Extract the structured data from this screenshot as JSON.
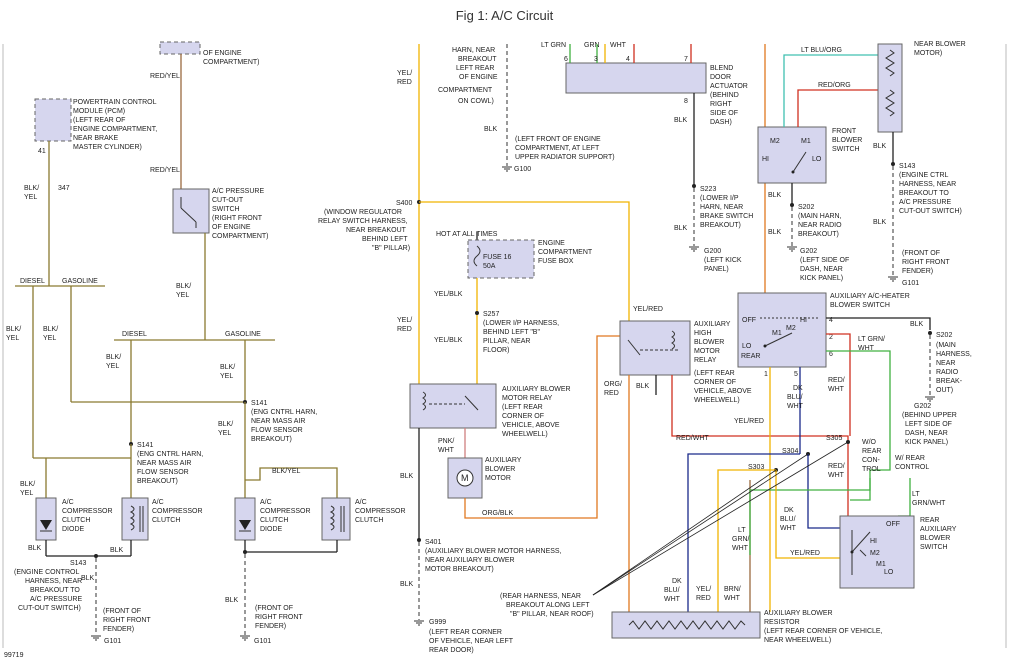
{
  "title": "Fig 1: A/C Circuit",
  "figure_id": "99719",
  "labels": {
    "l_engine_comp": "OF ENGINE",
    "l_engine_comp2": "COMPARTMENT)",
    "l_redyel_1": "RED/YEL",
    "pcm_1": "POWERTRAIN CONTROL",
    "pcm_2": "MODULE (PCM)",
    "pcm_3": "(LEFT REAR OF",
    "pcm_4": "ENGINE COMPARTMENT,",
    "pcm_5": "NEAR BRAKE",
    "pcm_6": "MASTER CYLINDER)",
    "pin41": "41",
    "l_redyel_2": "RED/YEL",
    "acp_1": "A/C PRESSURE",
    "acp_2": "CUT-OUT",
    "acp_3": "SWITCH",
    "acp_4": "(RIGHT FRONT",
    "acp_5": "OF ENGINE",
    "acp_6": "COMPARTMENT)",
    "blkyel_a1": "BLK/",
    "blkyel_a2": "YEL",
    "w347": "347",
    "diesel_1": "DIESEL",
    "gasoline_1": "GASOLINE",
    "blkyel_b1": "BLK/",
    "blkyel_b2": "YEL",
    "blkyel_c1": "BLK/",
    "blkyel_c2": "YEL",
    "blkyel_d1": "BLK/",
    "blkyel_d2": "YEL",
    "diesel_2": "DIESEL",
    "gasoline_2": "GASOLINE",
    "blkyel_e1": "BLK/",
    "blkyel_e2": "YEL",
    "blkyel_f1": "BLK/",
    "blkyel_f2": "YEL",
    "s141a_1": "S141",
    "s141a_2": "(ENG CNTRL HARN,",
    "s141a_3": "NEAR MASS AIR",
    "s141a_4": "FLOW SENSOR",
    "s141a_5": "BREAKOUT)",
    "s141b_1": "S141",
    "s141b_2": "(ENG CNTRL HARN,",
    "s141b_3": "NEAR MASS AIR",
    "s141b_4": "FLOW SENSOR",
    "s141b_5": "BREAKOUT)",
    "blkyel_g1": "BLK/",
    "blkyel_g2": "YEL",
    "blkyel_h1": "BLK/",
    "blkyel_h2": "YEL",
    "blkyel_top": "BLK/YEL",
    "ccd1_1": "A/C",
    "ccd1_2": "COMPRESSOR",
    "ccd1_3": "CLUTCH",
    "ccd1_4": "DIODE",
    "cc1_1": "A/C",
    "cc1_2": "COMPRESSOR",
    "cc1_3": "CLUTCH",
    "ccd2_1": "A/C",
    "ccd2_2": "COMPRESSOR",
    "ccd2_3": "CLUTCH",
    "ccd2_4": "DIODE",
    "cc2_1": "A/C",
    "cc2_2": "COMPRESSOR",
    "cc2_3": "CLUTCH",
    "blk_1": "BLK",
    "blk_2": "BLK",
    "blk_3": "BLK",
    "s143a_1": "S143",
    "s143a_2": "(ENGINE CONTROL",
    "s143a_3": "HARNESS, NEAR",
    "s143a_4": "BREAKOUT TO",
    "s143a_5": "A/C PRESSURE",
    "s143a_6": "CUT-OUT SWITCH)",
    "g101a_1": "(FRONT OF",
    "g101a_2": "RIGHT FRONT",
    "g101a_3": "FENDER)",
    "g101a_4": "G101",
    "blk_4": "BLK",
    "g101b_1": "(FRONT OF",
    "g101b_2": "RIGHT FRONT",
    "g101b_3": "FENDER)",
    "g101b_4": "G101",
    "yelred_1": "YEL/",
    "yelred_2": "RED",
    "harn_1": "HARN, NEAR",
    "harn_2": "BREAKOUT",
    "harn_3": "LEFT REAR",
    "harn_4": "OF ENGINE",
    "harn_5": "COMPARTMENT",
    "harn_6": "ON COWL)",
    "blk_5": "BLK",
    "g100_1": "(LEFT FRONT OF ENGINE",
    "g100_2": "COMPARTMENT, AT LEFT",
    "g100_3": "UPPER RADIATOR SUPPORT)",
    "g100_4": "G100",
    "s400_1": "S400",
    "s400_2": "(WINDOW REGULATOR",
    "s400_3": "RELAY SWITCH HARNESS,",
    "s400_4": "NEAR BREAKOUT",
    "s400_5": "BEHIND LEFT",
    "s400_6": "\"B\" PILLAR)",
    "hot": "HOT AT ALL TIMES",
    "fuse_1": "FUSE 16",
    "fuse_2": "50A",
    "ecfb_1": "ENGINE",
    "ecfb_2": "COMPARTMENT",
    "ecfb_3": "FUSE BOX",
    "yelblk_1": "YEL/BLK",
    "yelred_3": "YEL/",
    "yelred_4": "RED",
    "s257_1": "S257",
    "s257_2": "(LOWER I/P HARNESS,",
    "s257_3": "BEHIND LEFT \"B\"",
    "s257_4": "PILLAR, NEAR",
    "s257_5": "FLOOR)",
    "yelblk_2": "YEL/BLK",
    "abmr_1": "AUXILIARY BLOWER",
    "abmr_2": "MOTOR RELAY",
    "abmr_3": "(LEFT REAR",
    "abmr_4": "CORNER OF",
    "abmr_5": "VEHICLE, ABOVE",
    "abmr_6": "WHEELWELL)",
    "pnkwht_1": "PNK/",
    "pnkwht_2": "WHT",
    "abm_1": "AUXILIARY",
    "abm_2": "BLOWER",
    "abm_3": "MOTOR",
    "blk_6": "BLK",
    "orgblk": "ORG/BLK",
    "s401_1": "S401",
    "s401_2": "(AUXILIARY BLOWER MOTOR HARNESS,",
    "s401_3": "NEAR AUXILIARY BLOWER",
    "s401_4": "MOTOR BREAKOUT)",
    "blk_7": "BLK",
    "g999_1": "G999",
    "g999_2": "(LEFT REAR CORNER",
    "g999_3": "OF VEHICLE, NEAR LEFT",
    "g999_4": "REAR DOOR)",
    "ltgrn_t": "LT GRN",
    "grn_t": "GRN",
    "wht_t": "WHT",
    "p6": "6",
    "p3": "3",
    "p4": "4",
    "p7": "7",
    "p8": "8",
    "bda_1": "BLEND",
    "bda_2": "DOOR",
    "bda_3": "ACTUATOR",
    "bda_4": "(BEHIND",
    "bda_5": "RIGHT",
    "bda_6": "SIDE OF",
    "bda_7": "DASH)",
    "blk_8": "BLK",
    "s223_1": "S223",
    "s223_2": "(LOWER I/P",
    "s223_3": "HARN, NEAR",
    "s223_4": "BRAKE SWITCH",
    "s223_5": "BREAKOUT)",
    "blk_9": "BLK",
    "g200_1": "G200",
    "g200_2": "(LEFT KICK",
    "g200_3": "PANEL)",
    "ltbluorg": "LT BLU/ORG",
    "redorg": "RED/ORG",
    "fbs_m2": "M2",
    "fbs_m1": "M1",
    "fbs_hi": "HI",
    "fbs_lo": "LO",
    "fbs_1": "FRONT",
    "fbs_2": "BLOWER",
    "fbs_3": "SWITCH",
    "blk_10": "BLK",
    "s202a_1": "S202",
    "s202a_2": "(MAIN HARN,",
    "s202a_3": "NEAR RADIO",
    "s202a_4": "BREAKOUT)",
    "blk_11": "BLK",
    "g202a_1": "G202",
    "g202a_2": "(LEFT SIDE OF",
    "g202a_3": "DASH, NEAR",
    "g202a_4": "KICK PANEL)",
    "nbm_1": "NEAR BLOWER",
    "nbm_2": "MOTOR)",
    "blk_12": "BLK",
    "s143b_1": "S143",
    "s143b_2": "(ENGINE CTRL",
    "s143b_3": "HARNESS, NEAR",
    "s143b_4": "BREAKOUT TO",
    "s143b_5": "A/C PRESSURE",
    "s143b_6": "CUT-OUT SWITCH)",
    "blk_13": "BLK",
    "g101c_1": "(FRONT OF",
    "g101c_2": "RIGHT FRONT",
    "g101c_3": "FENDER)",
    "g101c_4": "G101",
    "yelred_5": "YEL/RED",
    "ahbmr_1": "AUXILIARY",
    "ahbmr_2": "HIGH",
    "ahbmr_3": "BLOWER",
    "ahbmr_4": "MOTOR",
    "ahbmr_5": "RELAY",
    "ahbmr_6": "(LEFT REAR",
    "ahbmr_7": "CORNER OF",
    "ahbmr_8": "VEHICLE, ABOVE",
    "ahbmr_9": "WHEELWELL)",
    "orgred_1": "ORG/",
    "orgred_2": "RED",
    "blk_14": "BLK",
    "aux_off": "OFF",
    "aux_hi": "HI",
    "aux_m1": "M1",
    "aux_m2": "M2",
    "aux_lo": "LO",
    "aux_rear": "REAR",
    "aux_p4": "4",
    "aux_p2": "2",
    "aux_p6": "6",
    "aux_p1": "1",
    "aux_p5": "5",
    "ahbs_1": "AUXILIARY A/C-HEATER",
    "ahbs_2": "BLOWER SWITCH",
    "blk_15": "BLK",
    "ltgrnwht_1": "LT GRN/",
    "ltgrnwht_2": "WHT",
    "s202b_1": "S202",
    "s202b_2": "(MAIN",
    "s202b_3": "HARNESS,",
    "s202b_4": "NEAR",
    "s202b_5": "RADIO",
    "s202b_6": "BREAK-",
    "s202b_7": "OUT)",
    "g202b_1": "G202",
    "g202b_2": "(BEHIND UPPER",
    "g202b_3": "LEFT SIDE OF",
    "g202b_4": "DASH, NEAR",
    "g202b_5": "KICK PANEL)",
    "redwht_1": "RED/",
    "redwht_2": "WHT",
    "dkbluwht_1": "DK",
    "dkbluwht_2": "BLU/",
    "dkbluwht_3": "WHT",
    "yelred_6": "YEL/RED",
    "redwht_3": "RED/WHT",
    "s305": "S305",
    "s304": "S304",
    "s303": "S303",
    "worc_1": "W/O",
    "worc_2": "REAR",
    "worc_3": "CON-",
    "worc_4": "TROL",
    "wrc_1": "W/ REAR",
    "wrc_2": "CONTROL",
    "redwht_4": "RED/",
    "redwht_5": "WHT",
    "dkbluwht_4": "DK",
    "dkbluwht_5": "BLU/",
    "dkbluwht_6": "WHT",
    "ltgrnwht_3": "LT",
    "ltgrnwht_4": "GRN/",
    "ltgrnwht_5": "WHT",
    "ltgrnwht_6": "LT",
    "ltgrnwht_7": "GRN/WHT",
    "yelred_7": "YEL/RED",
    "rbs_off": "OFF",
    "rbs_hi": "HI",
    "rbs_m2": "M2",
    "rbs_m1": "M1",
    "rbs_lo": "LO",
    "rbs_1": "REAR",
    "rbs_2": "AUXILIARY",
    "rbs_3": "BLOWER",
    "rbs_4": "SWITCH",
    "rh_1": "(REAR HARNESS, NEAR",
    "rh_2": "BREAKOUT ALONG LEFT",
    "rh_3": "\"B\" PILLAR, NEAR ROOF)",
    "bot_dk_1": "DK",
    "bot_dk_2": "BLU/",
    "bot_dk_3": "WHT",
    "bot_yel_1": "YEL/",
    "bot_yel_2": "RED",
    "bot_brn_1": "BRN/",
    "bot_brn_2": "WHT",
    "abr_1": "AUXILIARY BLOWER",
    "abr_2": "RESISTOR",
    "abr_3": "(LEFT REAR CORNER OF VEHICLE,",
    "abr_4": "NEAR WHEELWELL)"
  },
  "colors": {
    "wire_yellow": "#f0b400",
    "wire_orange": "#e07820",
    "wire_red": "#d03020",
    "wire_green": "#40b040",
    "wire_teal": "#40c0b0",
    "wire_blue": "#1a2a8a",
    "wire_olive": "#8a7a30",
    "wire_brown": "#9a6a40",
    "component_fill": "#d6d6ee"
  }
}
